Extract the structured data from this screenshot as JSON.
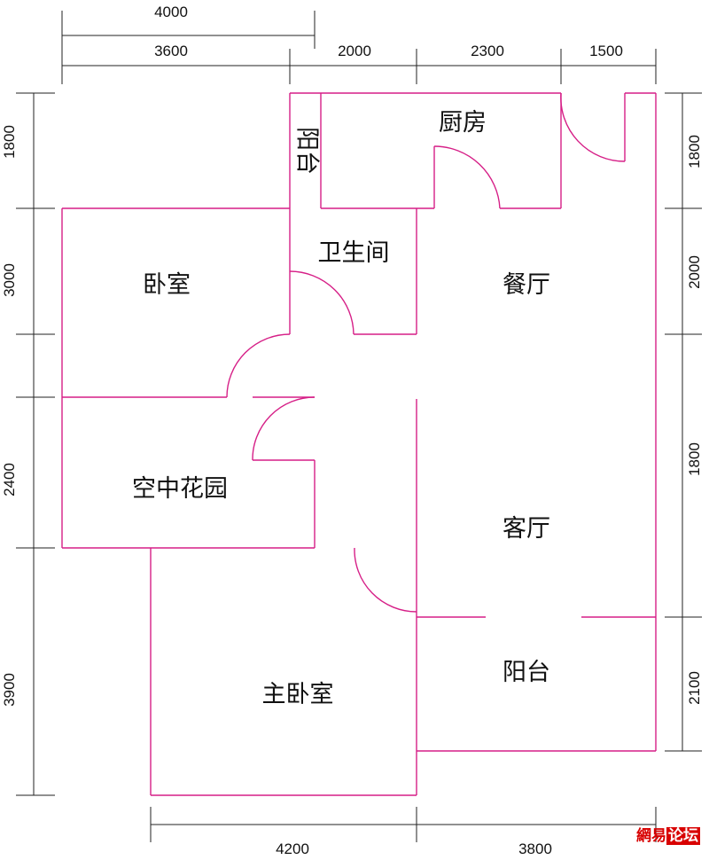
{
  "colors": {
    "wall": "#d61f87",
    "dimension": "#222222",
    "text": "#111111",
    "watermark": "#d80000"
  },
  "rooms": {
    "kitchen": "厨房",
    "balcony_small": "阳台",
    "bathroom": "卫生间",
    "bedroom": "卧室",
    "dining": "餐厅",
    "sky_garden": "空中花园",
    "living": "客厅",
    "balcony_main": "阳台",
    "master_bedroom": "主卧室"
  },
  "dimensions": {
    "top_overall": "4000",
    "top_1": "3600",
    "top_2": "2000",
    "top_3": "2300",
    "top_4": "1500",
    "left_1": "1800",
    "left_2": "3000",
    "left_3": "2400",
    "left_4": "3900",
    "right_1": "1800",
    "right_2": "2000",
    "right_3": "1800",
    "right_4": "2100",
    "bottom_1": "4200",
    "bottom_2": "3800"
  },
  "watermark": {
    "part1": "網易",
    "part2": "论坛"
  }
}
